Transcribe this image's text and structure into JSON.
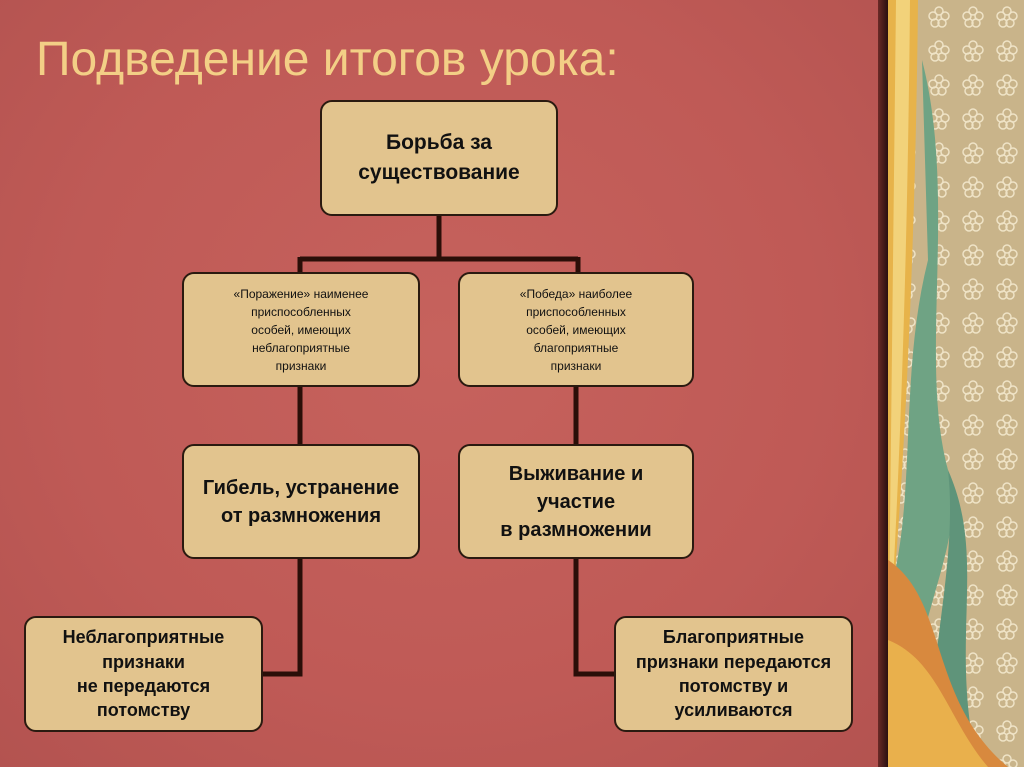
{
  "title": "Подведение итогов урока:",
  "diagram": {
    "root": "Борьба за\nсуществование",
    "left_branch": {
      "condition": "«Поражение» наименее\nприспособленных\nособей, имеющих\nнеблагоприятные\nпризнаки",
      "outcome": "Гибель, устранение\nот размножения",
      "result": "Неблагоприятные\nпризнаки\nне передаются\nпотомству"
    },
    "right_branch": {
      "condition": "«Победа» наиболее\nприспособленных\nособей, имеющих\nблагоприятные\nпризнаки",
      "outcome": "Выживание и\nучастие\nв размножении",
      "result": "Благоприятные\nпризнаки передаются\nпотомству и\nусиливаются"
    }
  },
  "colors": {
    "slide_background": "#c05e5a",
    "title": "#f3cf86",
    "box_fill": "#e2c48e",
    "connector": "#2a0e08"
  }
}
